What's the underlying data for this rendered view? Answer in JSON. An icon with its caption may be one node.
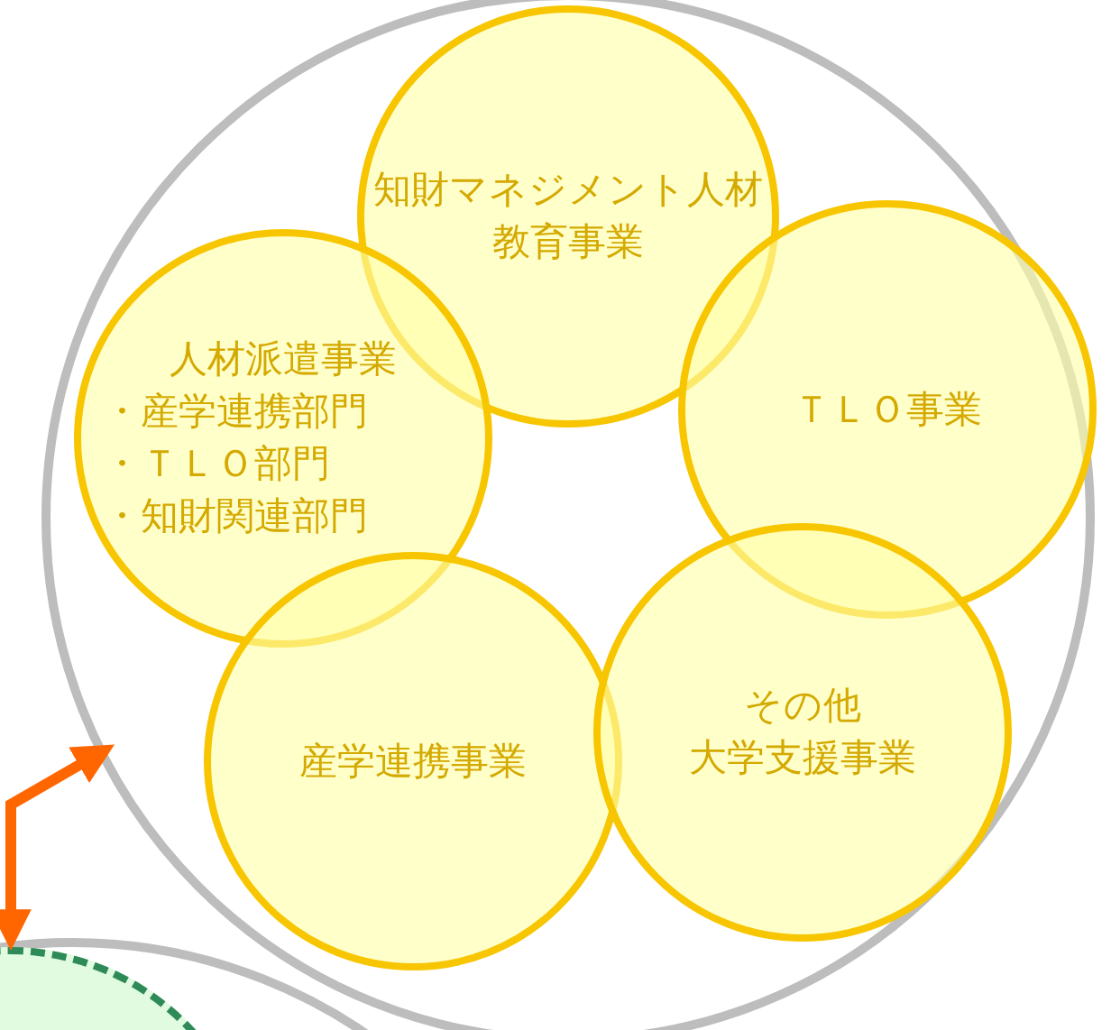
{
  "diagram": {
    "nodes": [
      {
        "text": [],
        "shape": "circle"
      },
      {
        "text": [
          "知財マネジメント人材教育事業"
        ],
        "in": 0
      },
      {
        "text": [
          "人材派遣事業",
          "・産学連携部門",
          "・ＴＬＯ部門",
          "・知財関連部門"
        ],
        "in": 0
      },
      {
        "text": [
          "ＴＬＯ事業"
        ],
        "in": 0
      },
      {
        "text": [
          "産学連携事業"
        ],
        "in": 0
      },
      {
        "text": [
          "その他大学支援事業"
        ],
        "in": 0
      },
      {
        "text": [],
        "shape": "circle"
      },
      {
        "text": [],
        "shape": "circle",
        "in": 6
      }
    ],
    "edges": [
      {
        "from": 7,
        "to": 0,
        "arrow": "both",
        "color": "#ff6600"
      }
    ]
  }
}
